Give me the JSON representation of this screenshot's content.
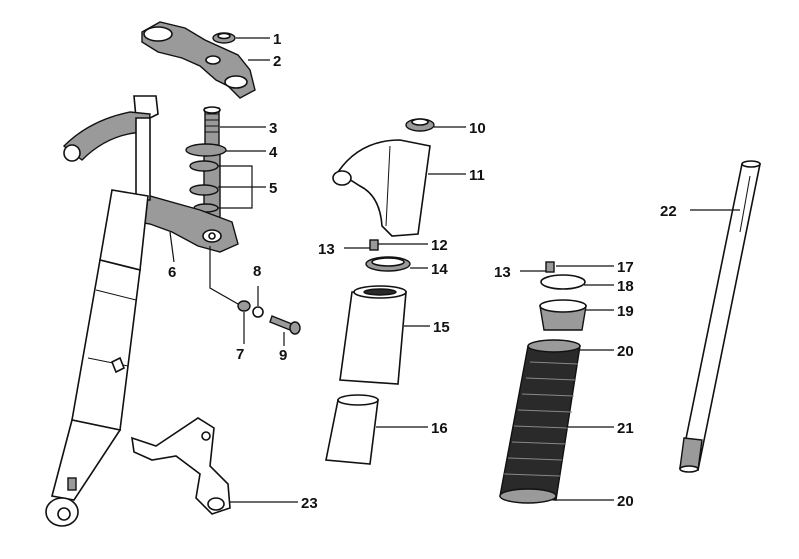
{
  "diagram": {
    "callouts": {
      "c1": "1",
      "c2": "2",
      "c3": "3",
      "c4": "4",
      "c5": "5",
      "c6": "6",
      "c7": "7",
      "c8": "8",
      "c9": "9",
      "c10": "10",
      "c11": "11",
      "c12": "12",
      "c13a": "13",
      "c14": "14",
      "c15": "15",
      "c16": "16",
      "c13b": "13",
      "c17": "17",
      "c18": "18",
      "c19": "19",
      "c20a": "20",
      "c21": "21",
      "c20b": "20",
      "c22": "22",
      "c23": "23"
    }
  }
}
